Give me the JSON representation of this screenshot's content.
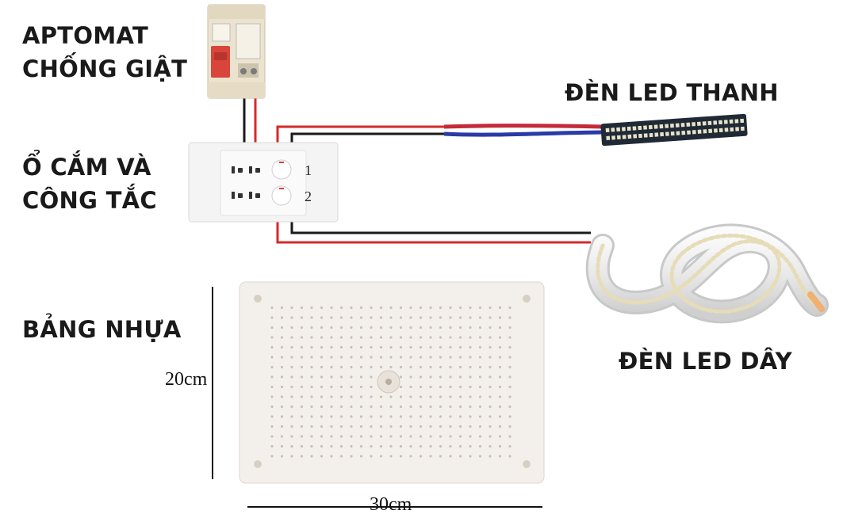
{
  "labels": {
    "breaker_line1": "APTOMAT",
    "breaker_line2": "CHỐNG GIẬT",
    "socket_line1": "Ổ CẮM VÀ",
    "socket_line2": "CÔNG TẮC",
    "board": "BẢNG NHỰA",
    "led_bar": "ĐÈN LED THANH",
    "led_strip": "ĐÈN LED DÂY"
  },
  "dimensions": {
    "height": "20cm",
    "width": "30cm"
  },
  "switch_numbers": [
    "1",
    "2"
  ],
  "colors": {
    "wire_red": "#d42a2a",
    "wire_black": "#1a1a1a",
    "board": "#f3f0ec",
    "breaker_red": "#d9453a",
    "led_chip": "#e8e2c8"
  }
}
